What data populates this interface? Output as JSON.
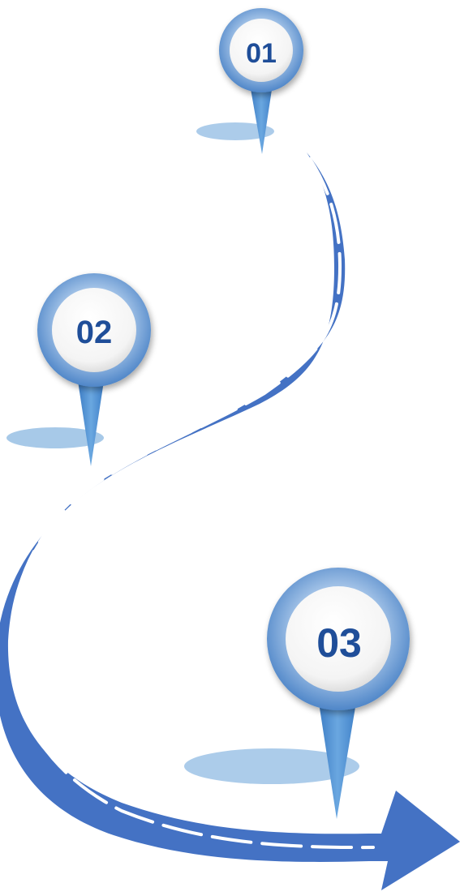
{
  "colors": {
    "road": "#4472c4",
    "road_dark": "#3a63b0",
    "lane_marking": "#ffffff",
    "pin_ring_light": "#c9dcf2",
    "pin_ring_dark": "#5d93d1",
    "pin_face": "#fbfbfb",
    "pin_stem": "#5b9bd5",
    "pin_shadow": "#9dc3e6",
    "label": "#1f4e99"
  },
  "markers": [
    {
      "label": "01",
      "icon": "map-pin-icon"
    },
    {
      "label": "02",
      "icon": "map-pin-icon"
    },
    {
      "label": "03",
      "icon": "map-pin-icon"
    }
  ],
  "path": {
    "icon": "road-arrow-icon",
    "direction": "right"
  }
}
